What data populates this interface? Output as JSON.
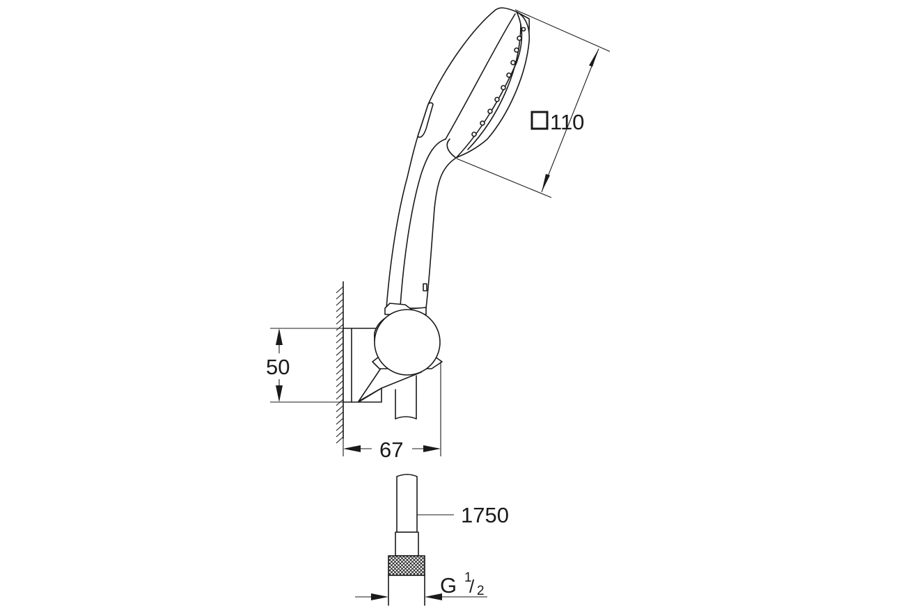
{
  "dimensions": {
    "head_size": "110",
    "bracket_height": "50",
    "bracket_depth": "67",
    "hose_length": "1750",
    "connection_thread": {
      "letter": "G",
      "numerator": "1",
      "slash": "/",
      "denominator": "2"
    }
  }
}
